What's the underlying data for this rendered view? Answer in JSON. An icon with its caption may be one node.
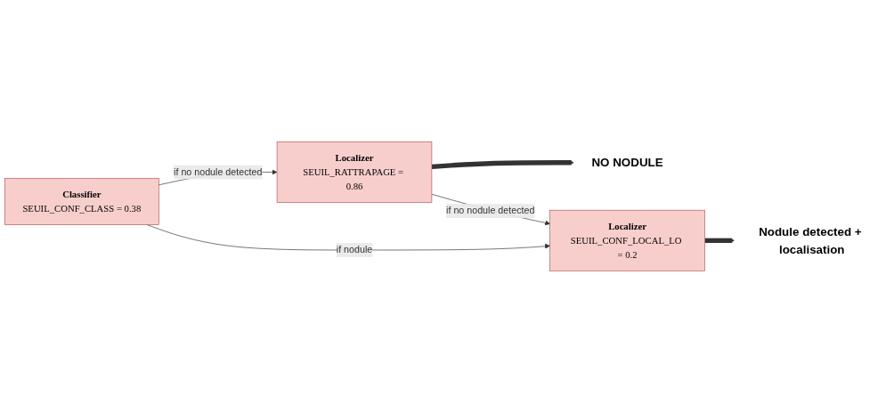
{
  "diagram": {
    "nodes": [
      {
        "text": [
          "NO NODULE"
        ]
      },
      {
        "text": [
          "Localizer",
          "SEUIL_RATTRAPAGE = 0.86"
        ]
      },
      {
        "text": [
          "Classifier",
          "SEUIL_CONF_CLASS = 0.38"
        ]
      },
      {
        "text": [
          "Localizer",
          "SEUIL_CONF_LOCAL_LO = 0.2"
        ]
      },
      {
        "text": [
          "Nodule detected + localisation"
        ]
      }
    ],
    "edges": [
      {
        "from": 2,
        "to": 1,
        "arrow": "to",
        "label": "if no nodule detected"
      },
      {
        "from": 1,
        "to": 3,
        "arrow": "to",
        "label": "if no nodule detected"
      },
      {
        "from": 2,
        "to": 3,
        "arrow": "to",
        "label": "if nodule"
      },
      {
        "from": 1,
        "to": 0,
        "arrow": "to",
        "style": "thick"
      },
      {
        "from": 3,
        "to": 4,
        "arrow": "to",
        "style": "thick"
      }
    ]
  }
}
